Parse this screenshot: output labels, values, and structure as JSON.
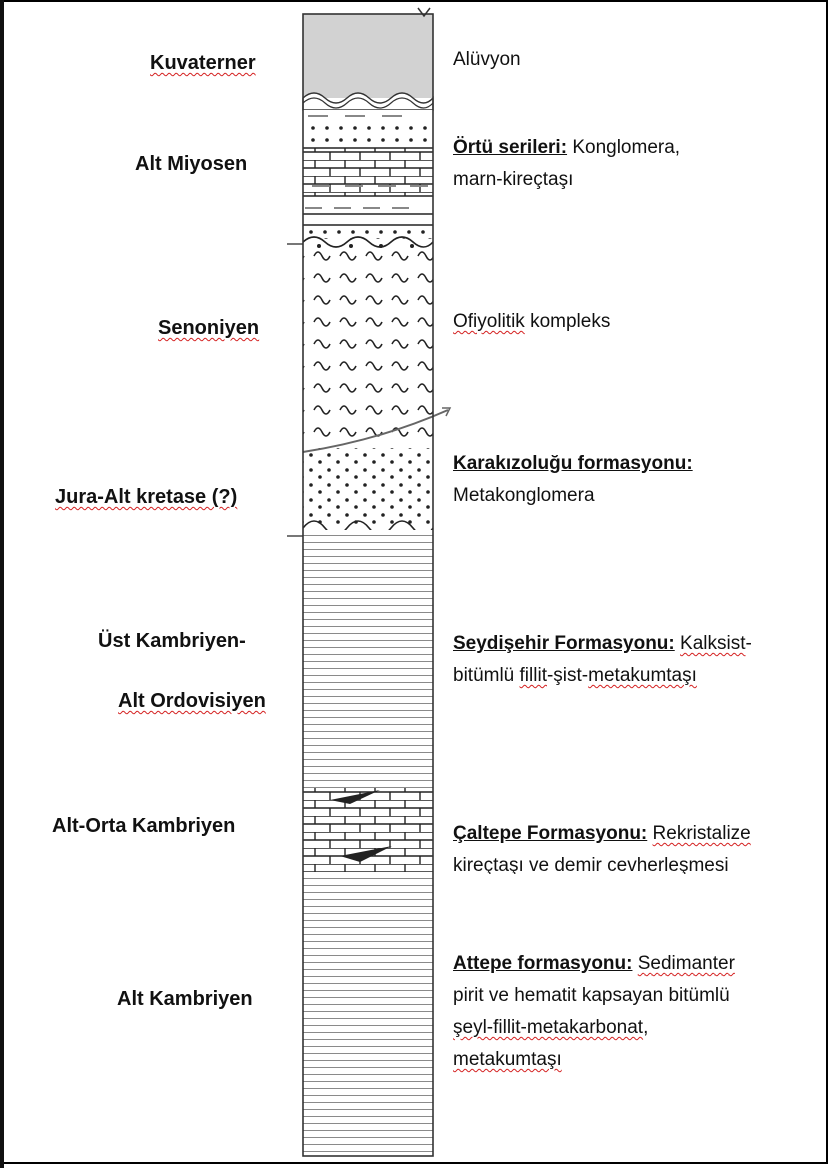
{
  "ages": {
    "kuvaterner": "Kuvaterner",
    "alt_miyosen": "Alt Miyosen",
    "senoniyen": "Senoniyen",
    "jura": "Jura-Alt kretase (?)",
    "ust_kambriyen": "Üst Kambriyen-",
    "alt_ordovisiyen": "Alt Ordovisiyen",
    "alt_orta_kambriyen": "Alt-Orta Kambriyen",
    "alt_kambriyen": "Alt Kambriyen"
  },
  "units": {
    "aluvyon": "Alüvyon",
    "ortu_head": "Örtü serileri:",
    "ortu_text1": " Konglomera,",
    "ortu_text2": "marn-kireçtaşı",
    "ofiyolit_1": "Ofiyolitik",
    "ofiyolit_2": " kompleks",
    "karakizolugu_head": "Karakızoluğu formasyonu:",
    "karakizolugu_text": "Metakonglomera",
    "seydisehir_head": "Seydişehir Formasyonu:",
    "seydisehir_text1a": " ",
    "seydisehir_text1b": "Kalksist",
    "seydisehir_text1c": "-",
    "seydisehir_text2a": "bitümlü ",
    "seydisehir_text2b": "fillit",
    "seydisehir_text2c": "-şist-",
    "seydisehir_text2d": "metakumtaşı",
    "caltepe_head": "Çaltepe Formasyonu:",
    "caltepe_text1a": " ",
    "caltepe_text1b": "Rekristalize",
    "caltepe_text2": "kireçtaşı ve demir cevherleşmesi",
    "attepe_head": "Attepe formasyonu:",
    "attepe_text1a": " ",
    "attepe_text1b": "Sedimanter",
    "attepe_text2": "pirit ve hematit kapsayan bitümlü",
    "attepe_text3a": "şeyl-fillit-metakarbonat",
    "attepe_text3b": ",",
    "attepe_text4": "metakumtaşı"
  },
  "colors": {
    "alluvium_fill": "#d2d2d2",
    "line": "#333333",
    "wavy_underline": "#d42020"
  }
}
